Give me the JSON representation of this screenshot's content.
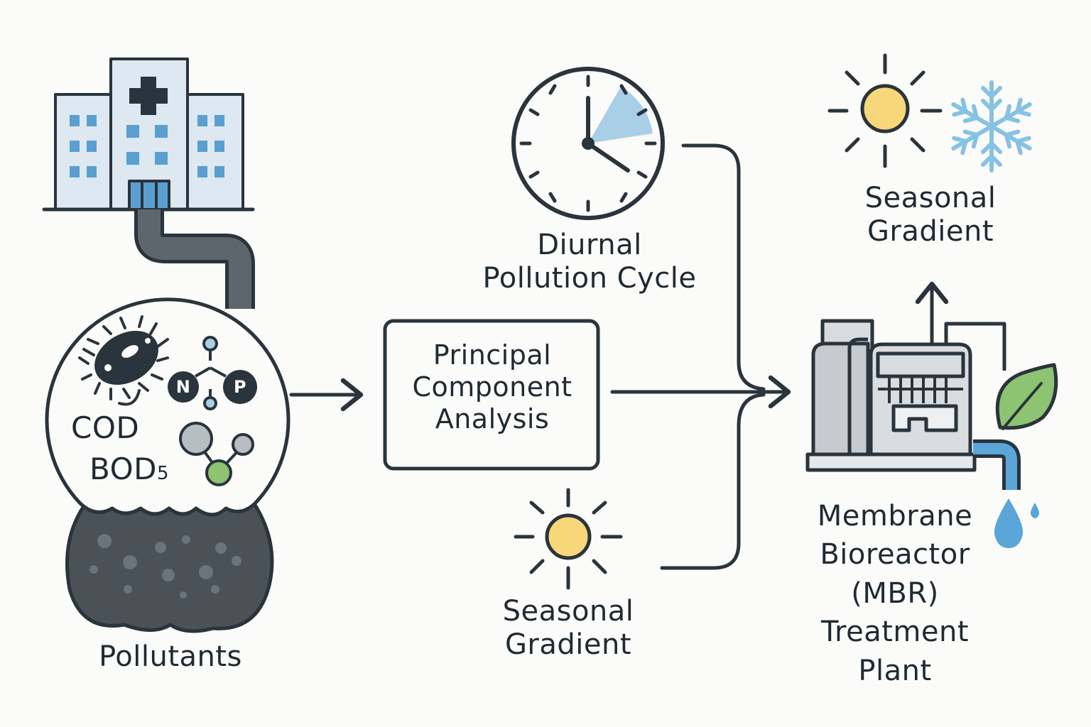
{
  "pollutants": {
    "label": "Pollutants",
    "cod_label": "COD",
    "bod_label": "BOD",
    "bod_subscript": "5",
    "nutrient_n": "N",
    "nutrient_p": "P"
  },
  "pca_box": {
    "lines": [
      "Principal",
      "Component",
      "Analysis"
    ]
  },
  "diurnal": {
    "lines": [
      "Diurnal",
      "Pollution Cycle"
    ]
  },
  "seasonal_bottom": {
    "lines": [
      "Seasonal",
      "Gradient"
    ]
  },
  "seasonal_top": {
    "lines": [
      "Seasonal",
      "Gradient"
    ]
  },
  "mbr": {
    "lines": [
      "Membrane",
      "Bioreactor",
      "(MBR)",
      "Treatment",
      "Plant"
    ]
  },
  "icons": [
    "hospital-icon",
    "pipe-icon",
    "bacteria-icon",
    "molecule-icon",
    "sludge-icon",
    "clock-icon",
    "sun-icon",
    "snowflake-icon",
    "leaf-icon",
    "water-drop-icon",
    "treatment-plant-icon"
  ],
  "colors": {
    "ink": "#2a343c",
    "window_blue": "#5a9fd0",
    "building_fill": "#dde8f1",
    "sun_yellow": "#f8d77a",
    "snow_blue": "#86c2e3",
    "leaf_green": "#8cc472",
    "drop_blue": "#5aa6d8",
    "sludge": "#4a5157",
    "clock_wedge": "#a9cfe6"
  }
}
